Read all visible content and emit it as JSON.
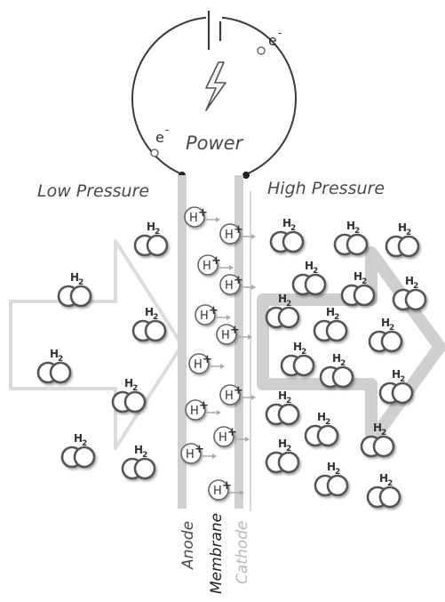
{
  "labels": {
    "power": "Power",
    "low_pressure": "Low Pressure",
    "high_pressure": "High Pressure",
    "anode": "Anode",
    "membrane": "Membrane",
    "cathode": "Cathode",
    "electron_left": "e",
    "electron_right": "e",
    "electron_charge": "-",
    "h2_molecule": "H",
    "h2_subscript": "2",
    "proton": "H",
    "proton_charge": "+"
  },
  "colors": {
    "electrode": "#d0d0d0",
    "molecule_fill": "#ffffff",
    "molecule_stroke": "#555555",
    "arrow_outline": "#dcdcdc",
    "text": "#4a4a4a"
  }
}
